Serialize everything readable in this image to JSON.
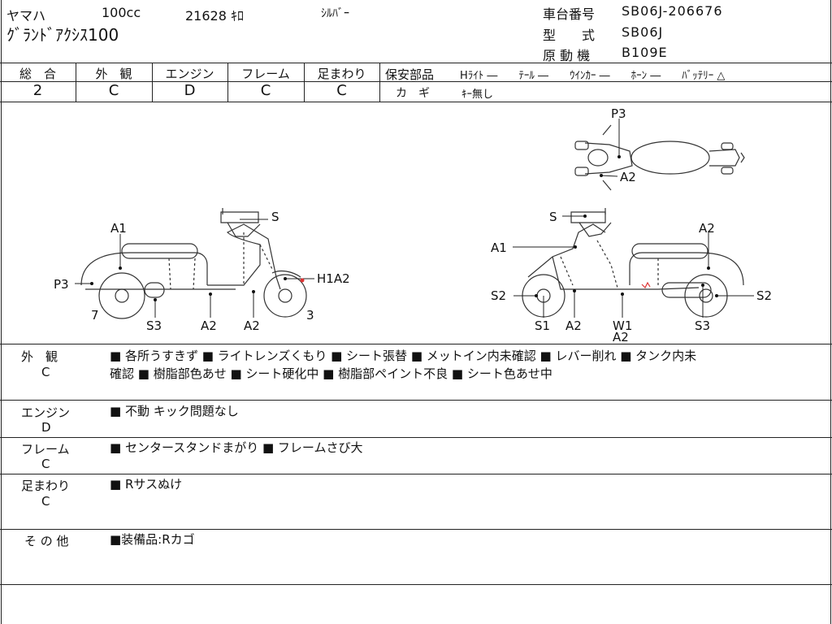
{
  "header": {
    "maker": "ヤマハ",
    "displacement": "100cc",
    "mileage": "21628 ｷﾛ",
    "color": "ｼﾙﾊﾞｰ",
    "model_name": "ｸﾞﾗﾝﾄﾞｱｸｼｽ100",
    "chassis_label": "車台番号",
    "chassis_value": "SB06J-206676",
    "type_label": "型　　式",
    "type_value": "SB06J",
    "engine_label": "原 動 機",
    "engine_value": "B109E"
  },
  "grades": {
    "overall": {
      "label": "総　合",
      "value": "2"
    },
    "exterior": {
      "label": "外　観",
      "value": "C"
    },
    "engine": {
      "label": "エンジン",
      "value": "D"
    },
    "frame": {
      "label": "フレーム",
      "value": "C"
    },
    "suspension": {
      "label": "足まわり",
      "value": "C"
    }
  },
  "safety": {
    "title": "保安部品",
    "items": "Hﾗｲﾄ ―　　ﾃｰﾙ ―　　ｳｲﾝｶｰ ―　　ﾎｰﾝ ―　　ﾊﾞｯﾃﾘｰ △",
    "key_label": "カ　ギ",
    "key_value": "ｷｰ無し"
  },
  "diagram_labels": {
    "left_A1": "A1",
    "left_P3": "P3",
    "left_7": "7",
    "left_S3": "S3",
    "left_A2a": "A2",
    "left_A2b": "A2",
    "left_3": "3",
    "left_S": "S",
    "left_H1A2": "H1A2",
    "top_P3": "P3",
    "top_A2": "A2",
    "right_S": "S",
    "right_A1": "A1",
    "right_A2top": "A2",
    "right_S2a": "S2",
    "right_S2b": "S2",
    "right_S1": "S1",
    "right_A2": "A2",
    "right_W1": "W1",
    "right_W1A2": "A2",
    "right_S3": "S3"
  },
  "notes": {
    "exterior": {
      "label": "外　観",
      "grade": "C",
      "line1": "■ 各所うすきず ■ ライトレンズくもり ■ シート張替 ■ メットイン内未確認 ■ レバー削れ ■ タンク内未",
      "line2": "確認 ■ 樹脂部色あせ ■ シート硬化中 ■ 樹脂部ペイント不良 ■ シート色あせ中"
    },
    "engine": {
      "label": "エンジン",
      "grade": "D",
      "line1": "■ 不動 キック問題なし"
    },
    "frame": {
      "label": "フレーム",
      "grade": "C",
      "line1": "■ センタースタンドまがり ■ フレームさび大"
    },
    "suspension": {
      "label": "足まわり",
      "grade": "C",
      "line1": "■ Rサスぬけ"
    },
    "other": {
      "label": "そ の 他",
      "line1": "■装備品:Rカゴ"
    }
  }
}
